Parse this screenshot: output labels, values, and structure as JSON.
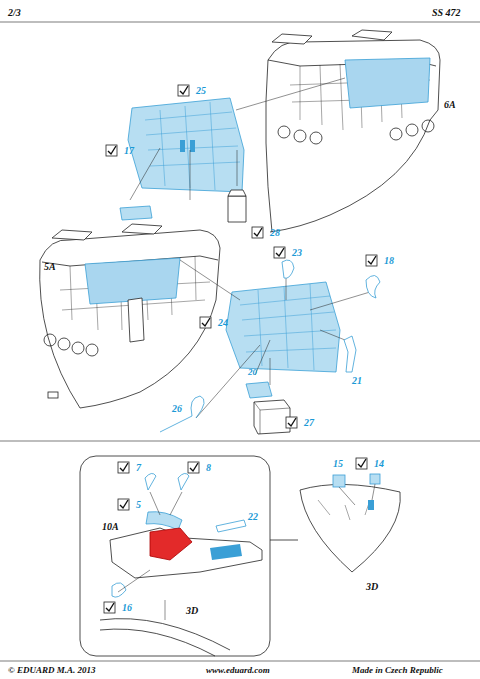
{
  "diagram": {
    "labels": [
      "2/3",
      "SS 472",
      "6A",
      "25",
      "17",
      "28",
      "5A",
      "23",
      "18",
      "24",
      "21",
      "20",
      "26",
      "27",
      "7",
      "8",
      "5",
      "10A",
      "22",
      "16",
      "3D",
      "15",
      "14",
      "3D",
      "© EDUARD M.A. 2013",
      "www.eduard.com",
      "Made in Czech Republic"
    ]
  }
}
